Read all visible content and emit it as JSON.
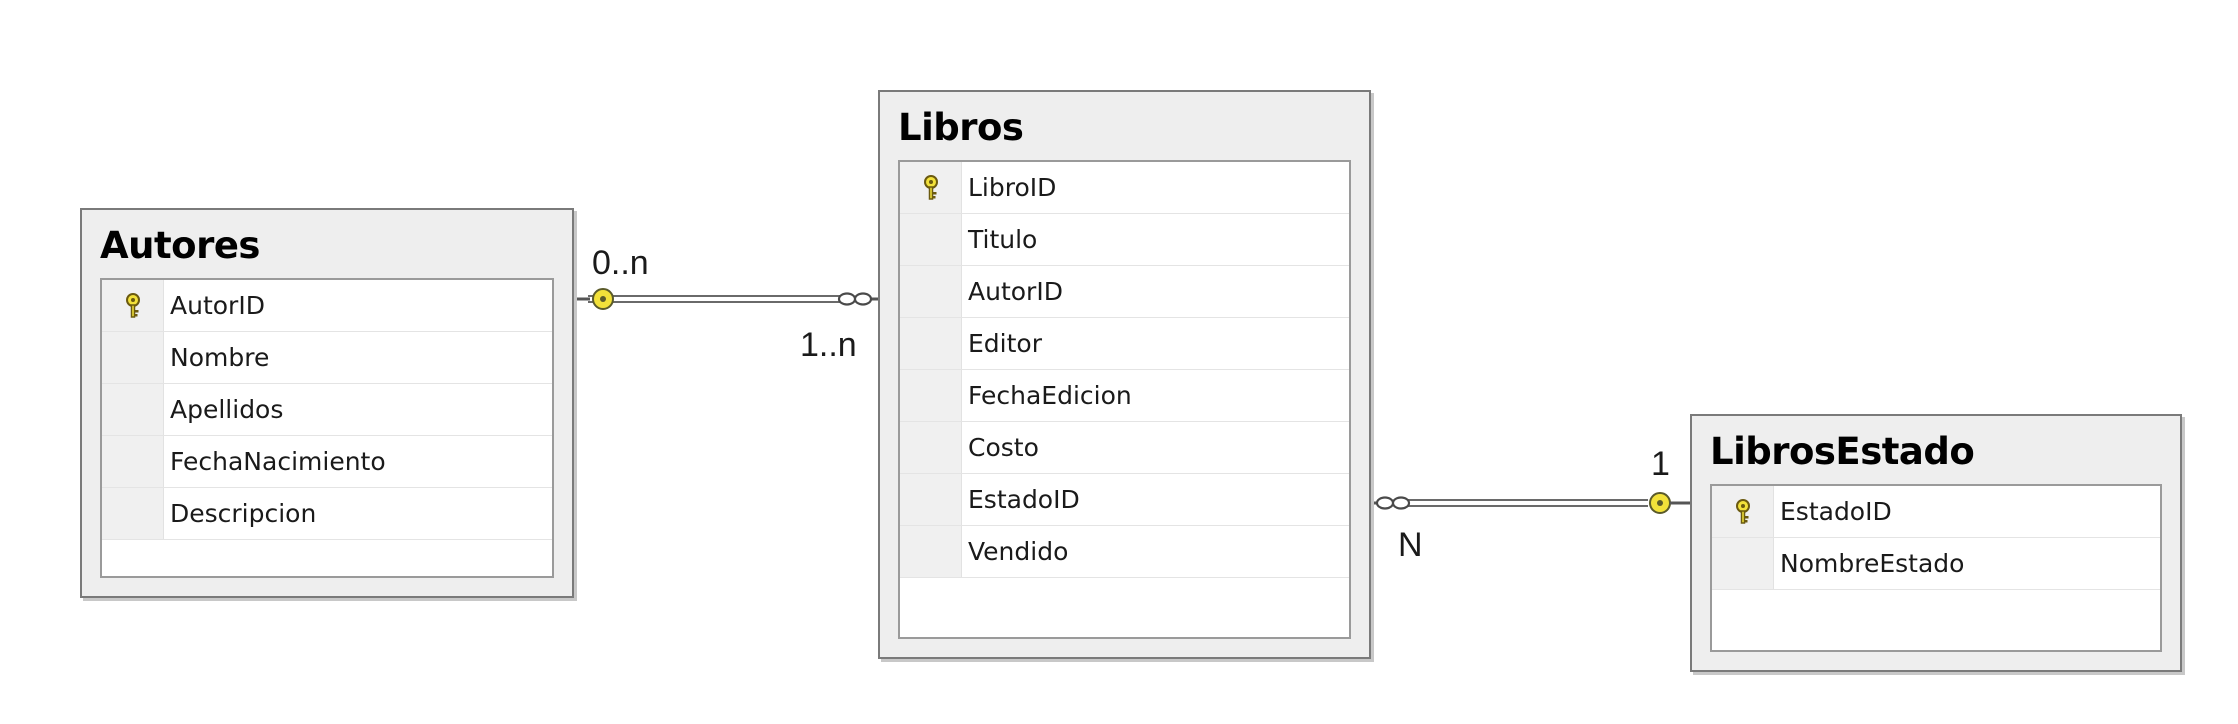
{
  "colors": {
    "background": "#ffffff",
    "entity_fill": "#eeeeee",
    "entity_border": "#7a7a7a",
    "key_yellow": "#f2e13a",
    "connector": "#5a5a5a"
  },
  "entities": {
    "autores": {
      "title": "Autores",
      "columns": [
        {
          "name": "AutorID",
          "primary_key": true
        },
        {
          "name": "Nombre",
          "primary_key": false
        },
        {
          "name": "Apellidos",
          "primary_key": false
        },
        {
          "name": "FechaNacimiento",
          "primary_key": false
        },
        {
          "name": "Descripcion",
          "primary_key": false
        }
      ]
    },
    "libros": {
      "title": "Libros",
      "columns": [
        {
          "name": "LibroID",
          "primary_key": true
        },
        {
          "name": "Titulo",
          "primary_key": false
        },
        {
          "name": "AutorID",
          "primary_key": false
        },
        {
          "name": "Editor",
          "primary_key": false
        },
        {
          "name": "FechaEdicion",
          "primary_key": false
        },
        {
          "name": "Costo",
          "primary_key": false
        },
        {
          "name": "EstadoID",
          "primary_key": false
        },
        {
          "name": "Vendido",
          "primary_key": false
        }
      ]
    },
    "libros_estado": {
      "title": "LibrosEstado",
      "columns": [
        {
          "name": "EstadoID",
          "primary_key": true
        },
        {
          "name": "NombreEstado",
          "primary_key": false
        }
      ]
    }
  },
  "relationships": {
    "autores_libros": {
      "one_side": "Autores",
      "many_side": "Libros",
      "label_one_end": "0..n",
      "label_many_end": "1..n",
      "one_end_icon": "key-icon",
      "many_end_icon": "infinity-icon"
    },
    "libros_librosestado": {
      "one_side": "LibrosEstado",
      "many_side": "Libros",
      "label_one_end": "1",
      "label_many_end": "N",
      "one_end_icon": "key-icon",
      "many_end_icon": "infinity-icon"
    }
  }
}
